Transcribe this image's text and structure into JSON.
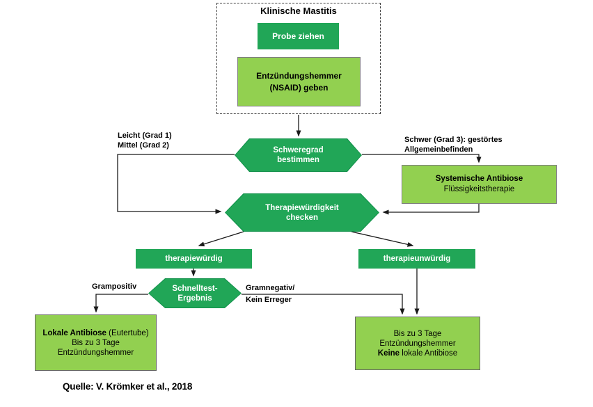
{
  "header": {
    "title": "Klinische Mastitis"
  },
  "nodes": {
    "probe": "Probe ziehen",
    "nsaid_l1": "Entzündungshemmer",
    "nsaid_l2": "(NSAID) geben",
    "severity_l1": "Schweregrad",
    "severity_l2": "bestimmen",
    "systemic_l1": "Systemische Antibiose",
    "systemic_l2": "Flüssigkeitstherapie",
    "worthiness_l1": "Therapiewürdigkeit",
    "worthiness_l2": "checken",
    "worthy": "therapiewürdig",
    "unworthy": "therapieunwürdig",
    "rapidtest_l1": "Schnelltest-",
    "rapidtest_l2": "Ergebnis",
    "local_l1_bold": "Lokale Antibiose",
    "local_l1_rest": " (Eutertube)",
    "local_l2": "Bis zu 3 Tage",
    "local_l3": "Entzündungshemmer",
    "nolocal_l1": "Bis zu 3 Tage",
    "nolocal_l2": "Entzündungshemmer",
    "nolocal_l3_bold": "Keine",
    "nolocal_l3_rest": " lokale Antibiose"
  },
  "labels": {
    "mild_l1": "Leicht (Grad 1)",
    "mild_l2": "Mittel (Grad 2)",
    "severe_l1": "Schwer (Grad 3): gestörtes",
    "severe_l2": "Allgemeinbefinden",
    "grampos": "Grampositiv",
    "gramneg_l1": "Gramnegativ/",
    "gramneg_l2": "Kein Erreger"
  },
  "footer": {
    "source": "Quelle: V. Krömker et al., 2018"
  },
  "colors": {
    "dark_green": "#21a657",
    "light_green": "#92d050",
    "line": "#1a1a1a"
  }
}
